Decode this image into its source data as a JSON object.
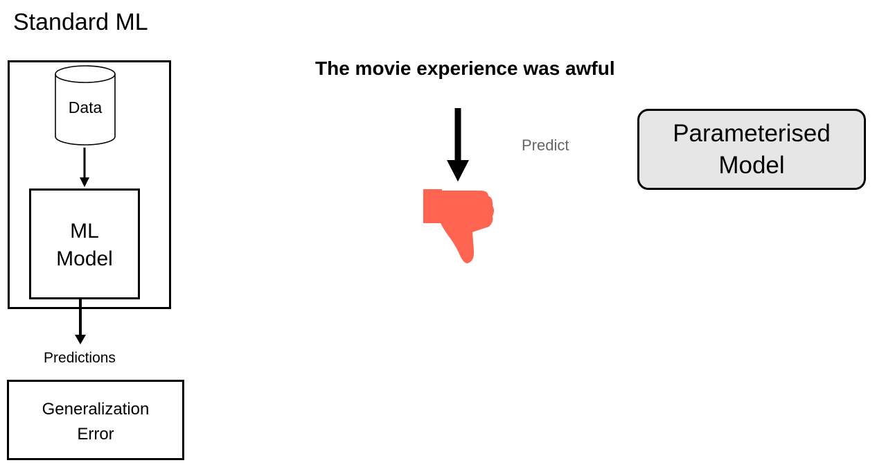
{
  "title": "Standard ML",
  "left_flow": {
    "data_label": "Data",
    "model_label": "ML\nModel",
    "predictions_label": "Predictions",
    "error_label": "Generalization\nError"
  },
  "right_flow": {
    "sentence": "The movie experience was awful",
    "predict_label": "Predict",
    "model_label": "Parameterised\nModel",
    "sentiment_icon": "thumbs-down-icon",
    "sentiment_color": "#fe6450"
  }
}
